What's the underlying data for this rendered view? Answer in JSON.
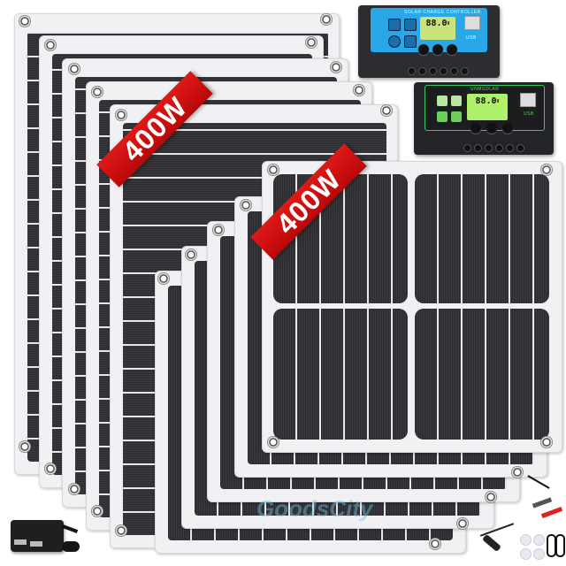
{
  "product": {
    "badges": [
      {
        "label": "400W"
      },
      {
        "label": "400W"
      }
    ],
    "controllers": [
      {
        "title": "SOLAR CHARGE CONTROLLER",
        "display": "88.0",
        "unit": "V",
        "usb_label": "USB",
        "face_color": "#29a7e6"
      },
      {
        "title": "UNMSOLAR",
        "display": "88.0",
        "unit": "V",
        "usb_label": "USB",
        "face_color": "#1b1d1f"
      }
    ],
    "watermark": "GoodsCity",
    "accent_colors": {
      "ribbon": "#d41010",
      "panel_frame": "#f1f1f3",
      "cell": "#333338"
    }
  }
}
